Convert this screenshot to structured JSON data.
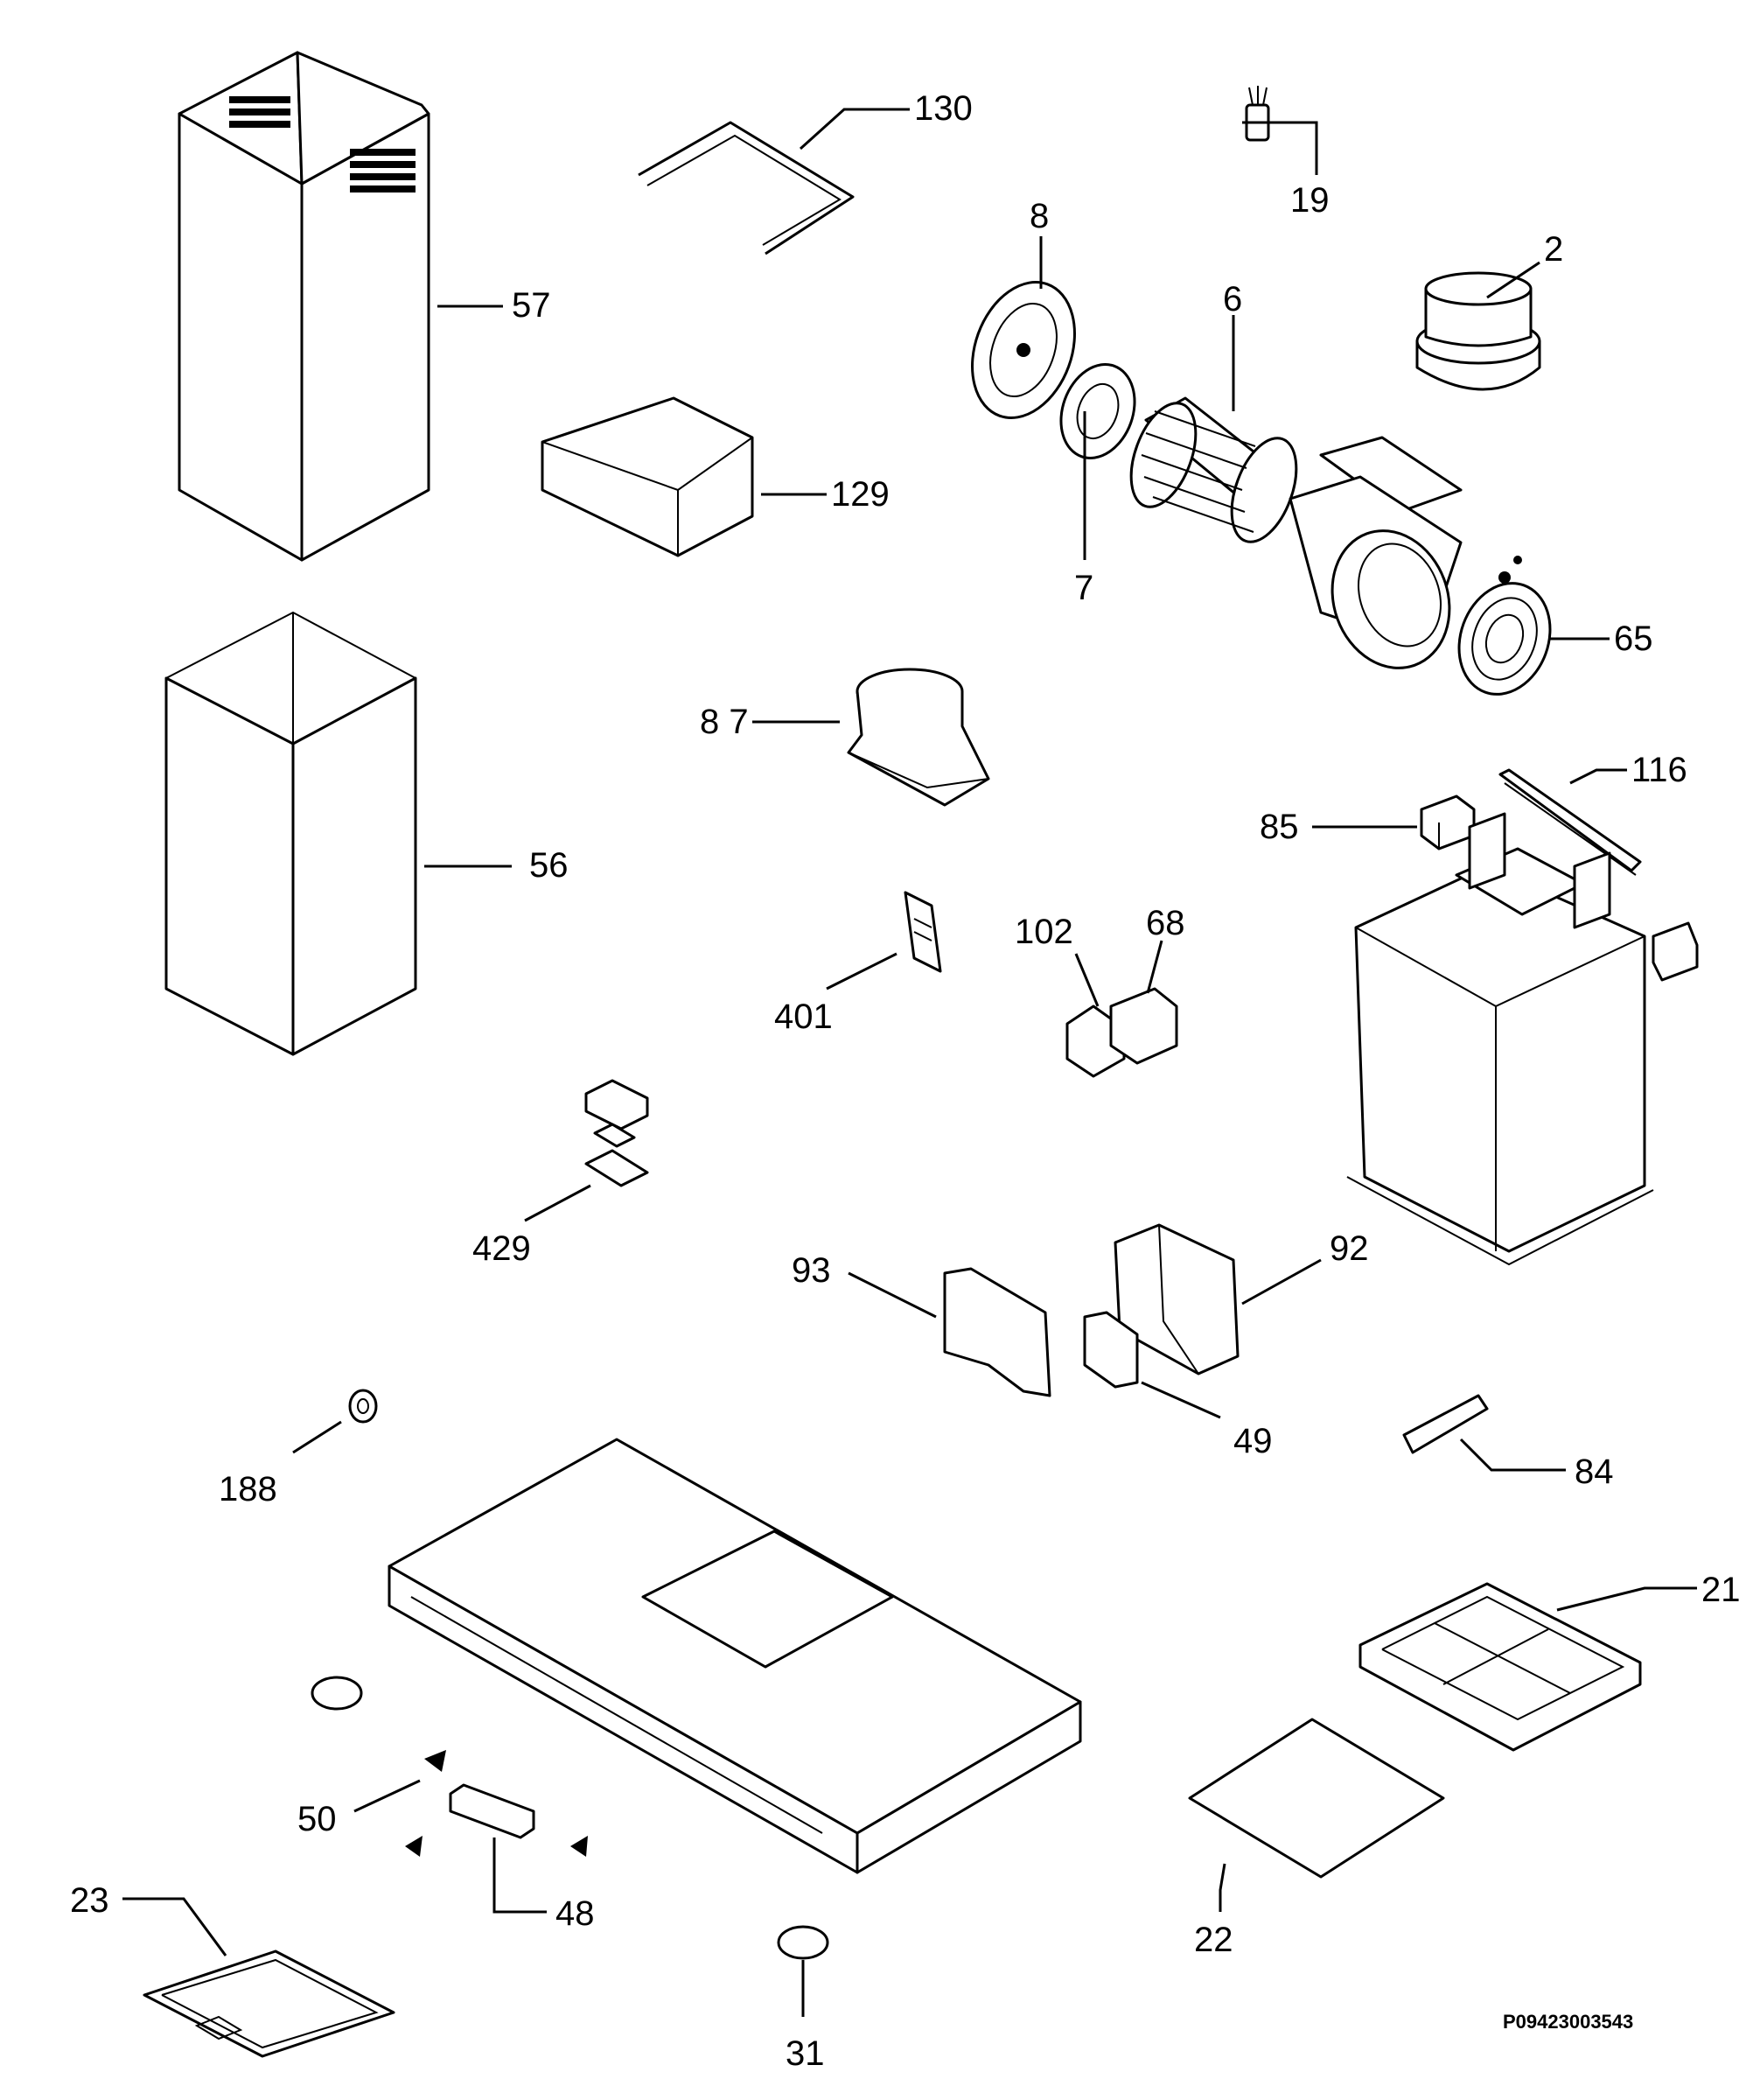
{
  "drawing_code": "P09423003543",
  "labels": {
    "p130": "130",
    "p19": "19",
    "p8": "8",
    "p2": "2",
    "p57": "57",
    "p6": "6",
    "p129": "129",
    "p7": "7",
    "p65": "65",
    "p87": "8 7",
    "p116": "116",
    "p85": "85",
    "p56": "56",
    "p102": "102",
    "p68": "68",
    "p401": "401",
    "p429": "429",
    "p93": "93",
    "p92": "92",
    "p49": "49",
    "p188": "188",
    "p84": "84",
    "p21": "21",
    "p50": "50",
    "p48": "48",
    "p22": "22",
    "p23": "23",
    "p31": "31"
  }
}
